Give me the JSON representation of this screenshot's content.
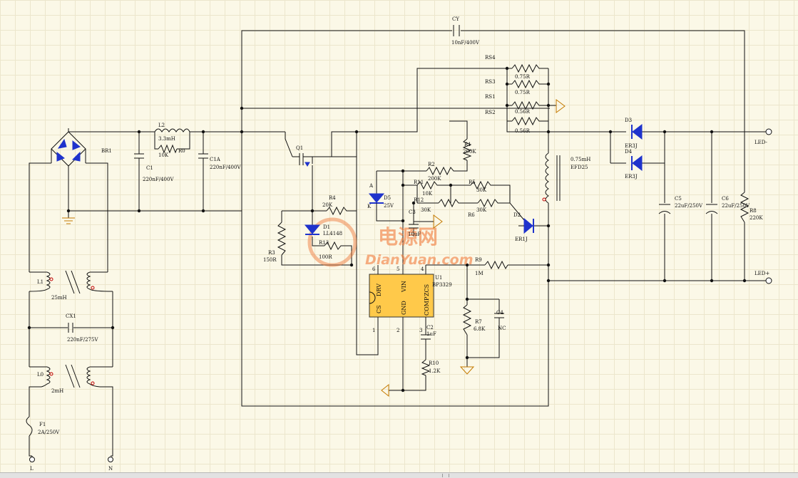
{
  "watermark": {
    "cn": "电源网",
    "en": "DianYuan.com",
    "color": "#f07a3a"
  },
  "colors": {
    "wire": "#111111",
    "diode": "#1f33cc",
    "ic": "#ffc94a",
    "ground": "#c47a00",
    "background": "#fbf8e7"
  },
  "components": {
    "CY": {
      "ref": "CY",
      "value": "10nF/400V"
    },
    "RS4": {
      "ref": "RS4",
      "value": "0.75R"
    },
    "RS3": {
      "ref": "RS3",
      "value": "0.75R"
    },
    "RS1": {
      "ref": "RS1",
      "value": "0.56R"
    },
    "RS2": {
      "ref": "RS2",
      "value": "0.56R"
    },
    "BR1": {
      "ref": "BR1"
    },
    "L2": {
      "ref": "L2",
      "value": "3.3mH"
    },
    "R0": {
      "ref": "R0",
      "value": "10K"
    },
    "C1": {
      "ref": "C1",
      "value": "220nF/400V"
    },
    "C1A": {
      "ref": "C1A",
      "value": "220nF/400V"
    },
    "Q1": {
      "ref": "Q1"
    },
    "R1": {
      "ref": "R1",
      "value": "200K"
    },
    "R2": {
      "ref": "R2",
      "value": "200K"
    },
    "D3z": {
      "ref": "D5",
      "value": "25V",
      "pinA": "A",
      "pinK": "K"
    },
    "R11": {
      "ref": "R11",
      "value": "10K"
    },
    "R5": {
      "ref": "R5",
      "value": "30K"
    },
    "R12": {
      "ref": "R12",
      "value": "30K"
    },
    "R6": {
      "ref": "R6",
      "value": "30K"
    },
    "C3": {
      "ref": "C3",
      "value": "10uF"
    },
    "R4": {
      "ref": "R4",
      "value": "20K"
    },
    "R3": {
      "ref": "R3",
      "value": "150R"
    },
    "D1": {
      "ref": "D1",
      "value": "LL4148"
    },
    "R13": {
      "ref": "R13",
      "value": "100R"
    },
    "T1": {
      "value": "0.75mH",
      "core": "EFD25"
    },
    "D2": {
      "ref": "D2",
      "value": "ER1J"
    },
    "D3": {
      "ref": "D3",
      "value": "ER3J"
    },
    "D4": {
      "ref": "D4",
      "value": "ER3J"
    },
    "C5": {
      "ref": "C5",
      "value": "22uF/250V"
    },
    "C6": {
      "ref": "C6",
      "value": "22uF/250V"
    },
    "R8": {
      "ref": "R8",
      "value": "220K"
    },
    "U1": {
      "ref": "U1",
      "value": "BP3329",
      "pins": [
        "DRV",
        "VIN",
        "ZCS",
        "CS",
        "GND",
        "COMP"
      ],
      "pin_numbers": [
        "1",
        "2",
        "3",
        "4",
        "5",
        "6"
      ]
    },
    "R9": {
      "ref": "R9",
      "value": "1M"
    },
    "R7": {
      "ref": "R7",
      "value": "6.8K"
    },
    "C4": {
      "ref": "C4",
      "value": "NC"
    },
    "C2": {
      "ref": "C2",
      "value": "1uF"
    },
    "R10": {
      "ref": "R10",
      "value": "1.2K"
    },
    "L1": {
      "ref": "L1",
      "value": "25mH"
    },
    "CX1": {
      "ref": "CX1",
      "value": "220nF/275V"
    },
    "L0": {
      "ref": "L0",
      "value": "2mH"
    },
    "F1": {
      "ref": "F1",
      "value": "2A/250V"
    }
  },
  "terminals": {
    "led_minus": "LED-",
    "led_plus": "LED+",
    "line": "L",
    "neutral": "N"
  }
}
